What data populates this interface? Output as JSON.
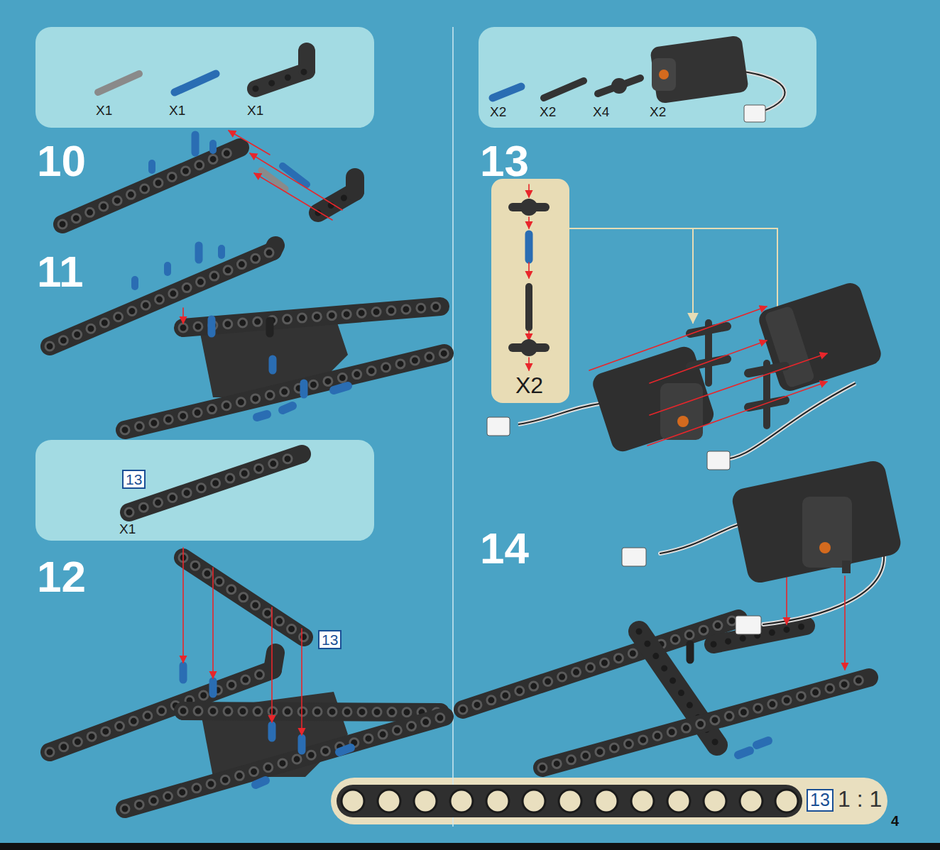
{
  "diagram": {
    "nodes": [
      {
        "text": [
          "X1",
          "X1",
          "X1"
        ]
      },
      {
        "text": [
          "13",
          "X1"
        ]
      },
      {
        "text": [
          "X2",
          "X2",
          "X4",
          "X2"
        ]
      },
      {
        "text": [
          "X2"
        ]
      },
      {
        "text": [
          "13",
          "1 : 1"
        ]
      }
    ],
    "labels": [
      "10",
      "11",
      "12",
      "13",
      "14",
      "13",
      "4"
    ]
  }
}
